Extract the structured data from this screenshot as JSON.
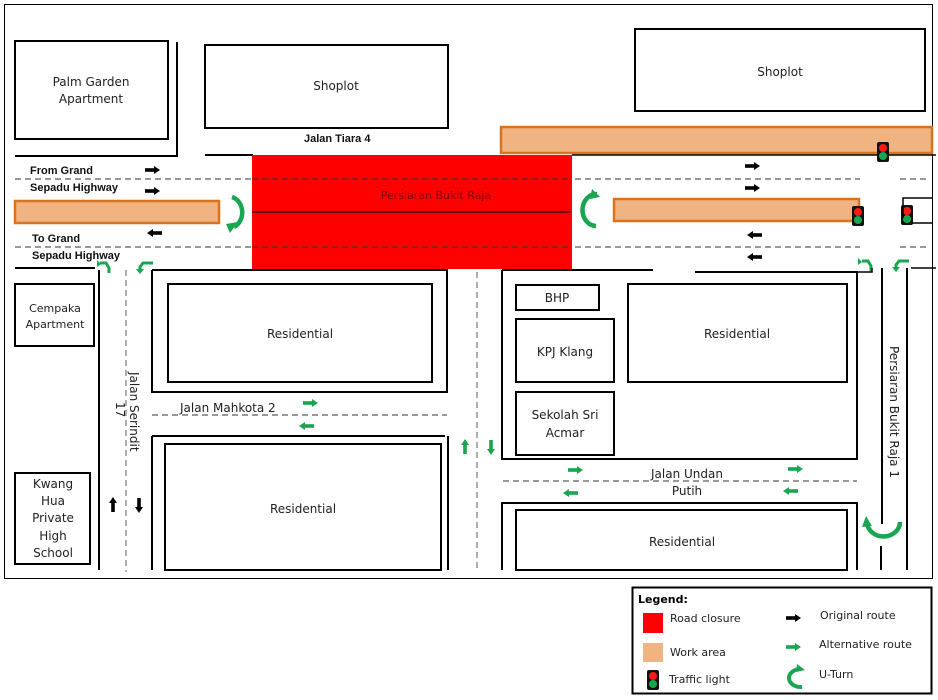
{
  "colors": {
    "road_closure": "#ff0000",
    "work_area_fill": "#f0b382",
    "work_area_border": "#d9731f",
    "alternative_route": "#1aa550",
    "original_route": "#000000",
    "traffic_light_body": "#111111",
    "light_red": "#ff1a1a",
    "light_green": "#1aa550"
  },
  "buildings": {
    "palm_garden": [
      "Palm Garden",
      "Apartment"
    ],
    "shoplot_left": "Shoplot",
    "shoplot_right": "Shoplot",
    "cempaka": [
      "Cempaka",
      "Apartment"
    ],
    "residential_1": "Residential",
    "residential_2": "Residential",
    "residential_3": "Residential",
    "residential_4": "Residential",
    "bhp": "BHP",
    "kpj": "KPJ Klang",
    "sekolah": [
      "Sekolah Sri",
      "Acmar"
    ],
    "kwang_hua": [
      "Kwang",
      "Hua",
      "Private",
      "High",
      "School"
    ]
  },
  "roads": {
    "jalan_tiara": "Jalan Tiara 4",
    "from_grand": [
      "From Grand",
      "Sepadu Highway"
    ],
    "to_grand": [
      "To Grand",
      "Sepadu Highway"
    ],
    "persiaran_bukit_raja": "Persiaran Bukit Raja",
    "jalan_serindit": [
      "Jalan Serindit",
      "17"
    ],
    "jalan_mahkota": "Jalan Mahkota 2",
    "jalan_undan": [
      "Jalan Undan",
      "Putih"
    ],
    "persiaran_bukit_raja_1": "Persiaran Bukit Raja 1"
  },
  "legend": {
    "title": "Legend:",
    "items": [
      {
        "label": "Road closure",
        "symbol": "red-square"
      },
      {
        "label": "Work area",
        "symbol": "orange-square"
      },
      {
        "label": "Traffic light",
        "symbol": "traffic-light-icon"
      },
      {
        "label": "Original route",
        "symbol": "black-arrow-icon"
      },
      {
        "label": "Alternative route",
        "symbol": "green-arrow-icon"
      },
      {
        "label": "U-Turn",
        "symbol": "u-turn-icon"
      }
    ]
  }
}
